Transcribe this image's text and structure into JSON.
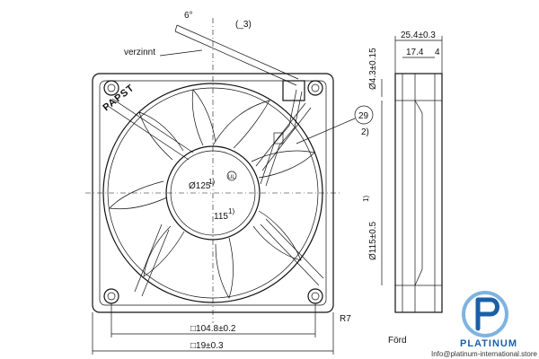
{
  "brand": "PAPST",
  "labels": {
    "tin_plated": "verzinnt",
    "callout_number": "29",
    "callout_note": "2)",
    "lead_length": "(_3)",
    "lead_angle": "6°",
    "hub_diameter": "Ø125",
    "hub_diameter_note": "1)",
    "blade_dim": "115",
    "blade_dim_note": "1)",
    "cert_mark": "UL",
    "corner_radius": "R7",
    "flow_label": "Förd"
  },
  "dimensions": {
    "hole_spacing": "□104.8±0.2",
    "outer_size": "□19±0.3",
    "depth_total": "25.4±0.3",
    "depth_inner": "17.4",
    "depth_side": "4",
    "hole_diameter": "Ø4.3±0.15",
    "frame_height": "Ø115±0.5",
    "frame_height_note": "1)"
  },
  "logo": {
    "name": "PLATINUM",
    "website": "Info@platinum-international.store",
    "colors": {
      "primary": "#1a5fa8",
      "accent": "#7fb3e0"
    }
  }
}
